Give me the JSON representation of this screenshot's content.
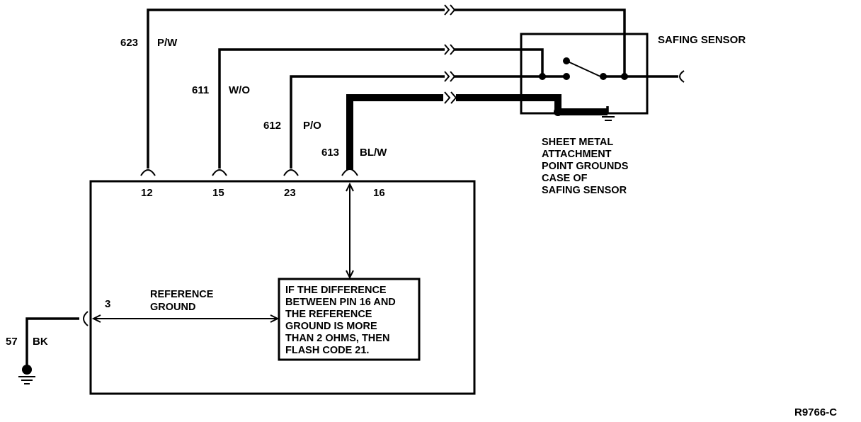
{
  "wires": {
    "w623": {
      "circuit": "623",
      "color": "P/W",
      "pin": "12"
    },
    "w611": {
      "circuit": "611",
      "color": "W/O",
      "pin": "15"
    },
    "w612": {
      "circuit": "612",
      "color": "P/O",
      "pin": "23"
    },
    "w613": {
      "circuit": "613",
      "color": "BL/W",
      "pin": "16"
    },
    "w57": {
      "circuit": "57",
      "color": "BK",
      "pin": "3"
    }
  },
  "labels": {
    "safing_sensor": "SAFING SENSOR",
    "reference_ground_line1": "REFERENCE",
    "reference_ground_line2": "GROUND",
    "sheet_metal_note": [
      "SHEET METAL",
      "ATTACHMENT",
      "POINT GROUNDS",
      "CASE OF",
      "SAFING SENSOR"
    ],
    "flash_code_note": [
      "IF THE DIFFERENCE",
      "BETWEEN PIN 16 AND",
      "THE REFERENCE",
      "GROUND IS MORE",
      "THAN 2 OHMS, THEN",
      "FLASH CODE 21."
    ],
    "figure_id": "R9766-C"
  }
}
